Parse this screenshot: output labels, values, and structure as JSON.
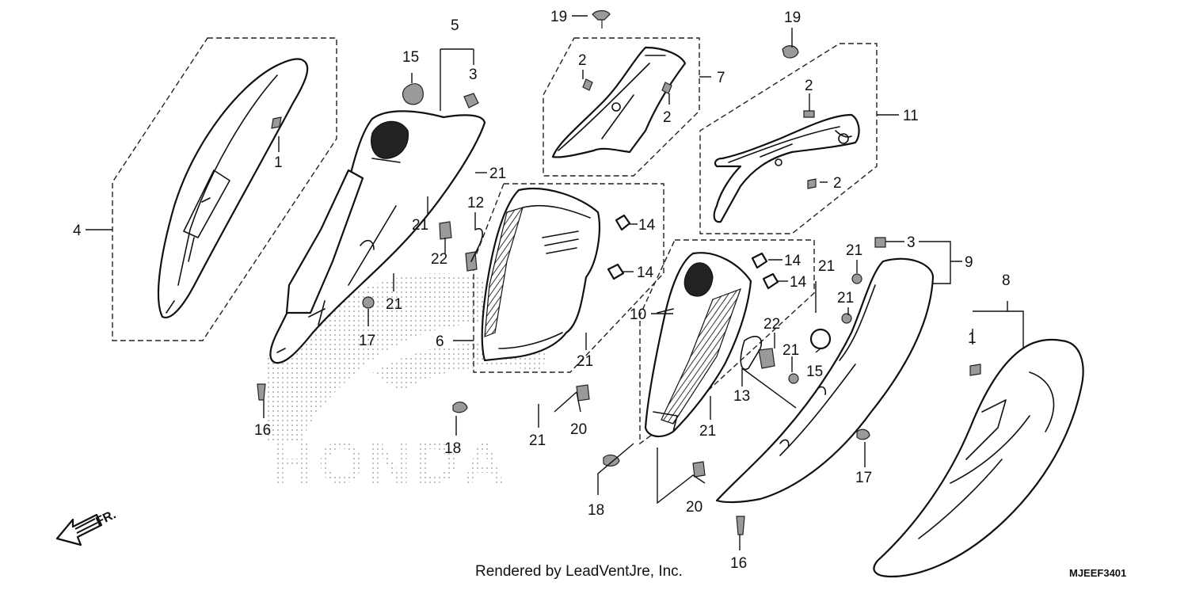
{
  "diagram": {
    "brand_watermark": "HONDA",
    "front_label": "FR.",
    "credit": "Rendered by LeadVentJre, Inc.",
    "diagram_code": "MJEEF3401",
    "callouts": [
      "1",
      "4",
      "15",
      "5",
      "3",
      "21",
      "21",
      "22",
      "12",
      "21",
      "17",
      "16",
      "19",
      "2",
      "2",
      "7",
      "14",
      "14",
      "6",
      "21",
      "18",
      "21",
      "20",
      "19",
      "2",
      "11",
      "2",
      "3",
      "9",
      "21",
      "21",
      "14",
      "14",
      "10",
      "21",
      "22",
      "21",
      "15",
      "13",
      "21",
      "18",
      "20",
      "16",
      "17",
      "1",
      "8"
    ]
  }
}
